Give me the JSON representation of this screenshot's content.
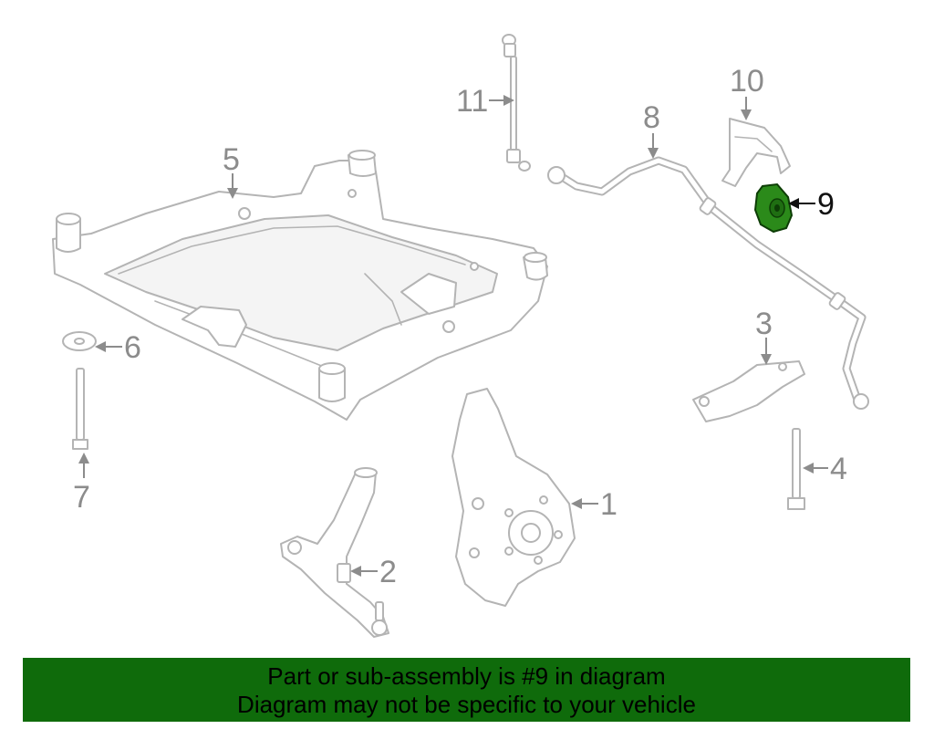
{
  "callouts": {
    "c1": "1",
    "c2": "2",
    "c3": "3",
    "c4": "4",
    "c5": "5",
    "c6": "6",
    "c7": "7",
    "c8": "8",
    "c9": "9",
    "c10": "10",
    "c11": "11"
  },
  "highlight": {
    "part": "9",
    "color": "#2b8a1a"
  },
  "banner": {
    "line1": "Part or sub-assembly is #9 in diagram",
    "line2": "Diagram may not be specific to your vehicle",
    "background": "#0f6b0b"
  }
}
